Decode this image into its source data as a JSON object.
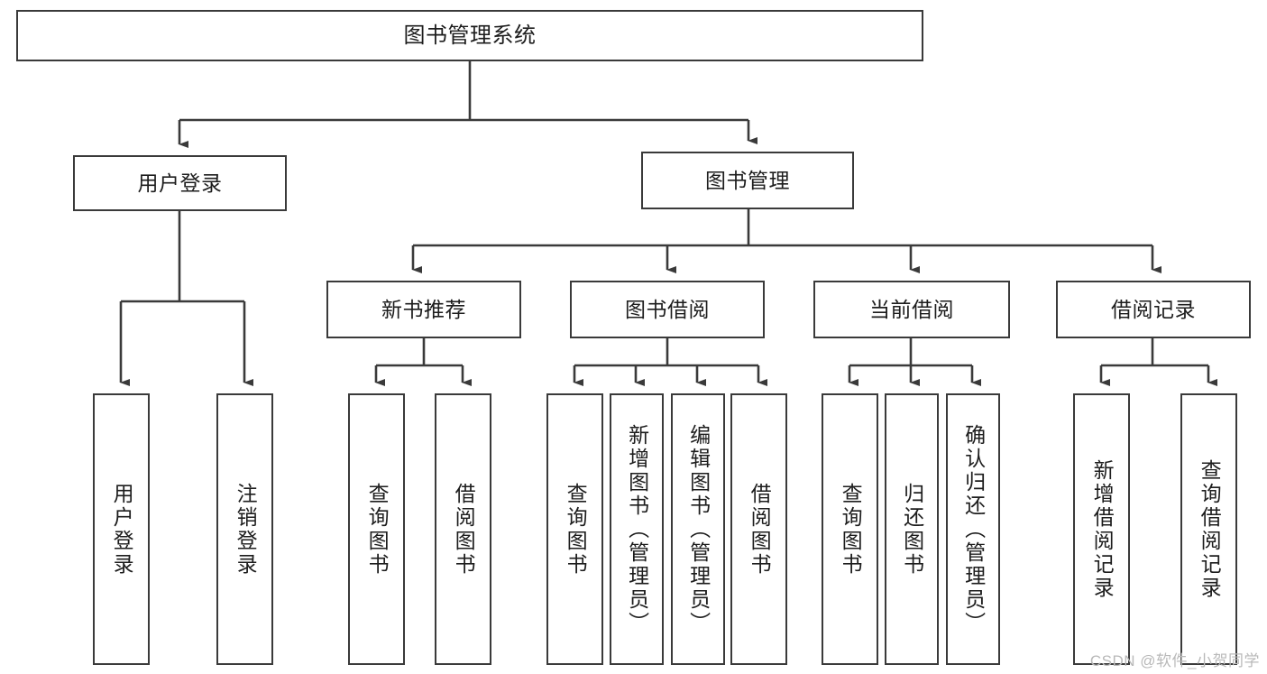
{
  "diagram": {
    "title": "图书管理系统",
    "root": {
      "label": "图书管理系统"
    },
    "branches": [
      {
        "label": "用户登录"
      },
      {
        "label": "图书管理"
      }
    ],
    "sub_branches": [
      {
        "label": "新书推荐"
      },
      {
        "label": "图书借阅"
      },
      {
        "label": "当前借阅"
      },
      {
        "label": "借阅记录"
      }
    ],
    "leaves": {
      "user_login": [
        {
          "label": "用户登录"
        },
        {
          "label": "注销登录"
        }
      ],
      "new_book_recommend": [
        {
          "label": "查询图书"
        },
        {
          "label": "借阅图书"
        }
      ],
      "book_borrow": [
        {
          "label": "查询图书"
        },
        {
          "label": "新增图书（管理员）"
        },
        {
          "label": "编辑图书（管理员）"
        },
        {
          "label": "借阅图书"
        }
      ],
      "current_borrow": [
        {
          "label": "查询图书"
        },
        {
          "label": "归还图书"
        },
        {
          "label": "确认归还（管理员）"
        }
      ],
      "borrow_record": [
        {
          "label": "新增借阅记录"
        },
        {
          "label": "查询借阅记录"
        }
      ]
    }
  },
  "watermark": {
    "text": "CSDN @软件_小贺同学"
  },
  "colors": {
    "line": "#3a3a3a",
    "box_fill": "#ffffff",
    "text": "#1d1d1d",
    "watermark": "#b9b9b9"
  }
}
